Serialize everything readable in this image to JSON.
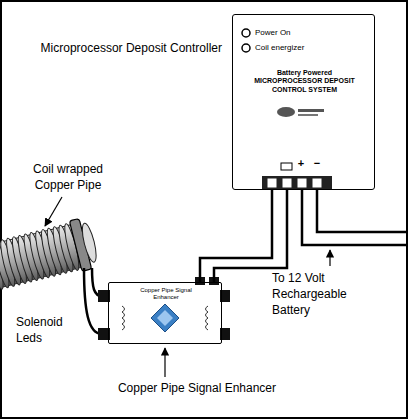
{
  "diagram": {
    "nodes": [
      {
        "text": [
          "Power On",
          "Coil energizer",
          "Battery Powered MICROPROCESSOR DEPOSIT CONTROL SYSTEM"
        ]
      },
      {
        "text": [
          "Copper Pipe Signal Enhancer"
        ]
      }
    ],
    "edges": [
      {
        "from": 1,
        "to": 0,
        "arrow": "none"
      },
      {
        "from": 1,
        "to": 0,
        "arrow": "none"
      }
    ],
    "labels": [
      "Microprocessor Deposit Controller",
      "Coil wrapped Copper Pipe",
      "Solenoid Leds",
      "+",
      "−",
      "To 12 Volt Rechargeable Battery",
      "Copper Pipe Signal Enhancer"
    ]
  }
}
